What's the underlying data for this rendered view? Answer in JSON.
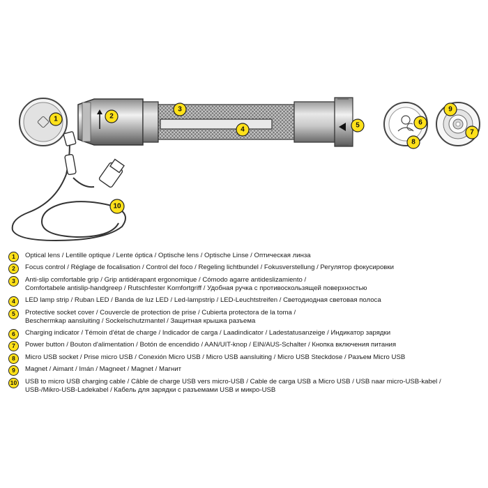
{
  "callout_numbers": [
    "1",
    "2",
    "3",
    "4",
    "5",
    "6",
    "7",
    "8",
    "9",
    "10"
  ],
  "legend": [
    {
      "num": "1",
      "lines": [
        "Optical lens / Lentille optique / Lente óptica / Optische lens / Optische Linse / Оптическая линза"
      ]
    },
    {
      "num": "2",
      "lines": [
        "Focus control / Réglage de focalisation / Control del foco / Regeling lichtbundel / Fokusverstellung / Регулятор фокусировки"
      ]
    },
    {
      "num": "3",
      "lines": [
        "Anti-slip comfortable grip / Grip antidérapant ergonomique / Cómodo agarre antideslizamiento /",
        "Comfortabele antislip-handgreep / Rutschfester Komfortgriff / Удобная ручка с противоскользящей поверхностью"
      ]
    },
    {
      "num": "4",
      "lines": [
        "LED lamp strip / Ruban LED / Banda de luz LED / Led-lampstrip / LED-Leuchtstreifen / Светодиодная световая полоса"
      ]
    },
    {
      "num": "5",
      "lines": [
        "Protective socket cover / Couvercle de protection de prise / Cubierta protectora de la toma /",
        "Beschermkap aansluiting / Sockelschutzmantel / Защитная крышка разъема"
      ]
    },
    {
      "num": "6",
      "lines": [
        "Charging indicator / Témoin d'état de charge / Indicador de carga / Laadindicator / Ladestatusanzeige / Индикатор зарядки"
      ]
    },
    {
      "num": "7",
      "lines": [
        "Power button / Bouton d'alimentation / Botón de encendido / AAN/UIT-knop / EIN/AUS-Schalter / Кнопка включения питания"
      ]
    },
    {
      "num": "8",
      "lines": [
        "Micro USB socket / Prise micro USB / Conexión Micro USB / Micro USB aansluiting / Micro USB Steckdose / Разъем Micro USB"
      ]
    },
    {
      "num": "9",
      "lines": [
        "Magnet / Aimant / Imán / Magneet / Magnet / Магнит"
      ]
    },
    {
      "num": "10",
      "lines": [
        "USB to micro USB charging cable / Câble de charge USB vers micro-USB / Cable de carga USB a Micro USB / USB naar micro-USB-kabel /",
        "USB-/Mikro-USB-Ladekabel / Кабель для зарядки с разъемами USB и микро-USB"
      ]
    }
  ]
}
